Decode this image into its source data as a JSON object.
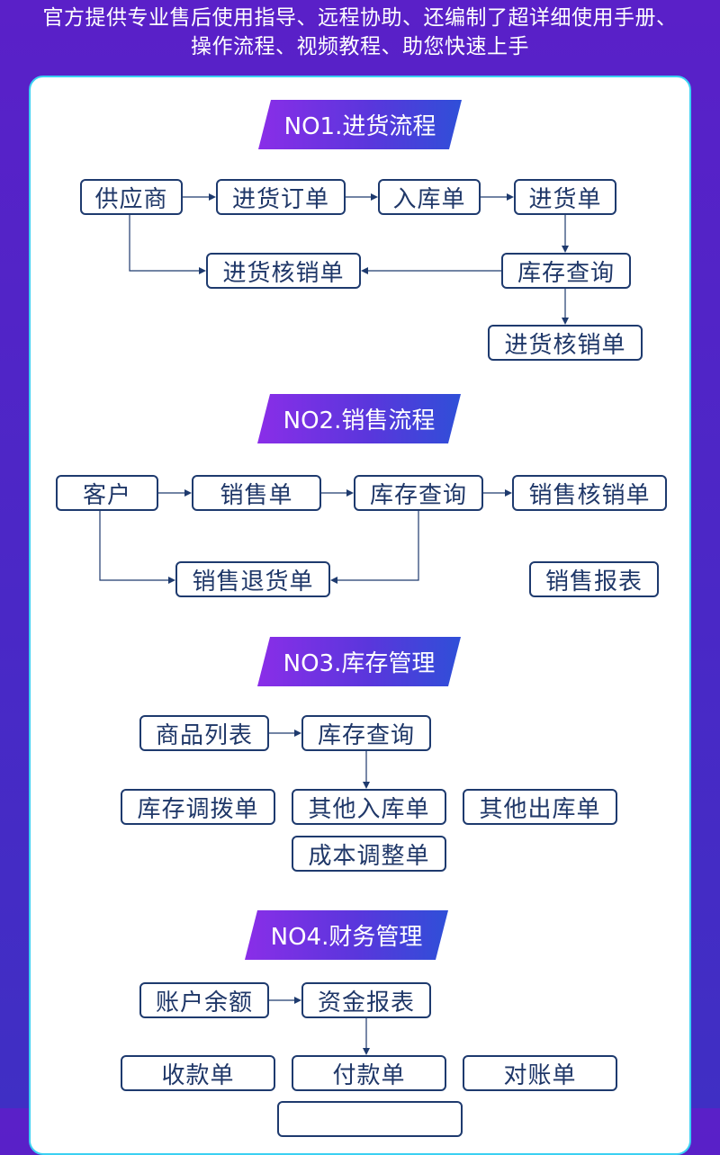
{
  "intro": {
    "line1": "官方提供专业售后使用指导、远程协助、还编制了超详细使用手册、",
    "line2": "操作流程、视频教程、助您快速上手"
  },
  "sections": [
    {
      "title": "NO1.进货流程",
      "nodes": [
        "供应商",
        "进货订单",
        "入库单",
        "进货单",
        "库存查询",
        "进货核销单",
        "进货核销单"
      ]
    },
    {
      "title": "NO2.销售流程",
      "nodes": [
        "客户",
        "销售单",
        "库存查询",
        "销售核销单",
        "销售退货单",
        "销售报表"
      ]
    },
    {
      "title": "NO3.库存管理",
      "nodes": [
        "商品列表",
        "库存查询",
        "库存调拨单",
        "其他入库单",
        "其他出库单",
        "成本调整单"
      ]
    },
    {
      "title": "NO4.财务管理",
      "nodes": [
        "账户余额",
        "资金报表",
        "收款单",
        "付款单",
        "对账单"
      ]
    }
  ],
  "colors": {
    "background": "#4a28c6",
    "panel_border": "#3bd0f2",
    "node_border": "#1e3a6e",
    "title_gradient_start": "#8a2ee8",
    "title_gradient_end": "#2f4fd8"
  }
}
